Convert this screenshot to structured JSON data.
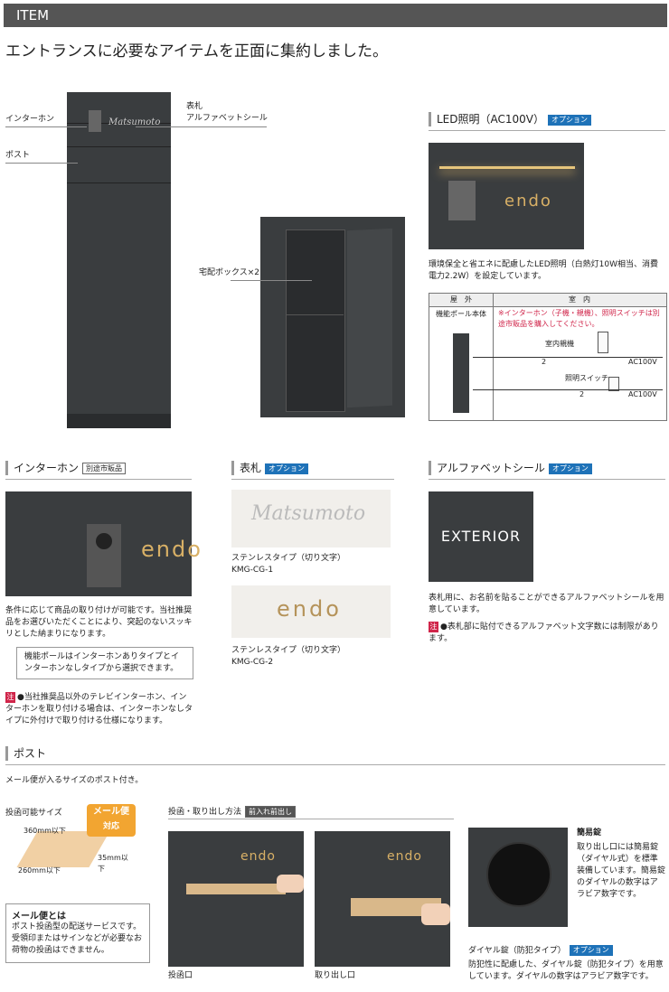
{
  "header": {
    "title": "ITEM"
  },
  "lead": "エントランスに必要なアイテムを正面に集約しました。",
  "main": {
    "label_intercom": "インターホン",
    "label_post": "ポスト",
    "label_nameplate": "表札",
    "label_alpha_seal": "アルファベットシール",
    "label_delivery": "宅配ボックス×2",
    "product_name_script": "Matsumoto"
  },
  "led": {
    "title": "LED照明（AC100V）",
    "option": "オプション",
    "photo_name": "endo",
    "desc": "環境保全と省エネに配慮したLED照明（白熱灯10W相当、消費電力2.2W）を設定しています。",
    "table": {
      "head_out": "屋　外",
      "head_in": "室　内",
      "col_out": "機能ポール本体",
      "note": "※インターホン（子機・親機）、照明スイッチは別途市販品を購入してください。",
      "room_unit": "室内親機",
      "switch": "照明スイッチ",
      "wire1": "2",
      "wire2": "2",
      "ac1": "AC100V",
      "ac2": "AC100V"
    }
  },
  "intercom": {
    "title": "インターホン",
    "tag": "別途市販品",
    "photo_name": "endo",
    "desc": "条件に応じて商品の取り付けが可能です。当社推奨品をお選びいただくことにより、突起のないスッキリとした納まりになります。",
    "boxed": "機能ポールはインターホンありタイプとインターホンなしタイプから選択できます。",
    "chui": "注",
    "note": "●当社推奨品以外のテレビインターホン、インターホンを取り付ける場合は、インターホンなしタイプに外付けで取り付ける仕様になります。"
  },
  "nameplate": {
    "title": "表札",
    "option": "オプション",
    "p1_script": "Matsumoto",
    "p1_label": "ステンレスタイプ（切り文字）",
    "p1_code": "KMG-CG-1",
    "p2_name": "endo",
    "p2_label": "ステンレスタイプ（切り文字）",
    "p2_code": "KMG-CG-2"
  },
  "alpha": {
    "title": "アルファベットシール",
    "option": "オプション",
    "photo_text": "EXTERIOR",
    "desc": "表札用に、お名前を貼ることができるアルファベットシールを用意しています。",
    "chui": "注",
    "note": "●表札部に貼付できるアルファベット文字数には制限があります。"
  },
  "post": {
    "title": "ポスト",
    "desc": "メール便が入るサイズのポスト付き。",
    "size_title": "投函可能サイズ",
    "dim_w": "360mm以下",
    "dim_d": "260mm以下",
    "dim_h": "35mm以下",
    "mail_badge_1": "メール便",
    "mail_badge_2": "対応",
    "mail_title": "メール便とは",
    "mail_desc": "ポスト投函型の配送サービスです。受領印またはサインなどが必要なお荷物の投函はできません。",
    "method_title": "投函・取り出し方法",
    "method_tag": "前入れ前出し",
    "photo_name": "endo",
    "cap_in": "投函口",
    "cap_out": "取り出し口",
    "lock_title": "簡易錠",
    "lock_desc": "取り出し口には簡易錠（ダイヤル式）を標準装備しています。簡易錠のダイヤルの数字はアラビア数字です。",
    "dial_title": "ダイヤル錠（防犯タイプ）",
    "dial_option": "オプション",
    "dial_desc": "防犯性に配慮した、ダイヤル錠（防犯タイプ）を用意しています。ダイヤルの数字はアラビア数字です。"
  }
}
